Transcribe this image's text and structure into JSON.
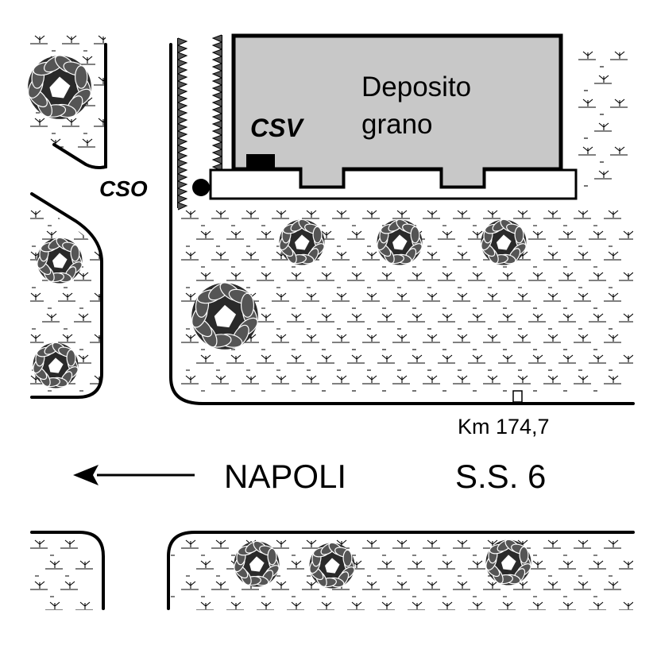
{
  "labels": {
    "building": [
      "Deposito",
      "grano"
    ],
    "csv": "CSV",
    "cso": "CSO",
    "km": "Km 174,7",
    "direction": "NAPOLI",
    "road": "S.S. 6"
  },
  "icons": {
    "tree": "tree-icon",
    "grass": "grass-tuft-icon",
    "direction_arrow": "arrow-left-icon"
  },
  "colors": {
    "ink": "#000000",
    "building_fill": "#c8c8c8",
    "tree_fill": "#555555",
    "tree_dark": "#2a2a2a",
    "background": "#ffffff"
  }
}
